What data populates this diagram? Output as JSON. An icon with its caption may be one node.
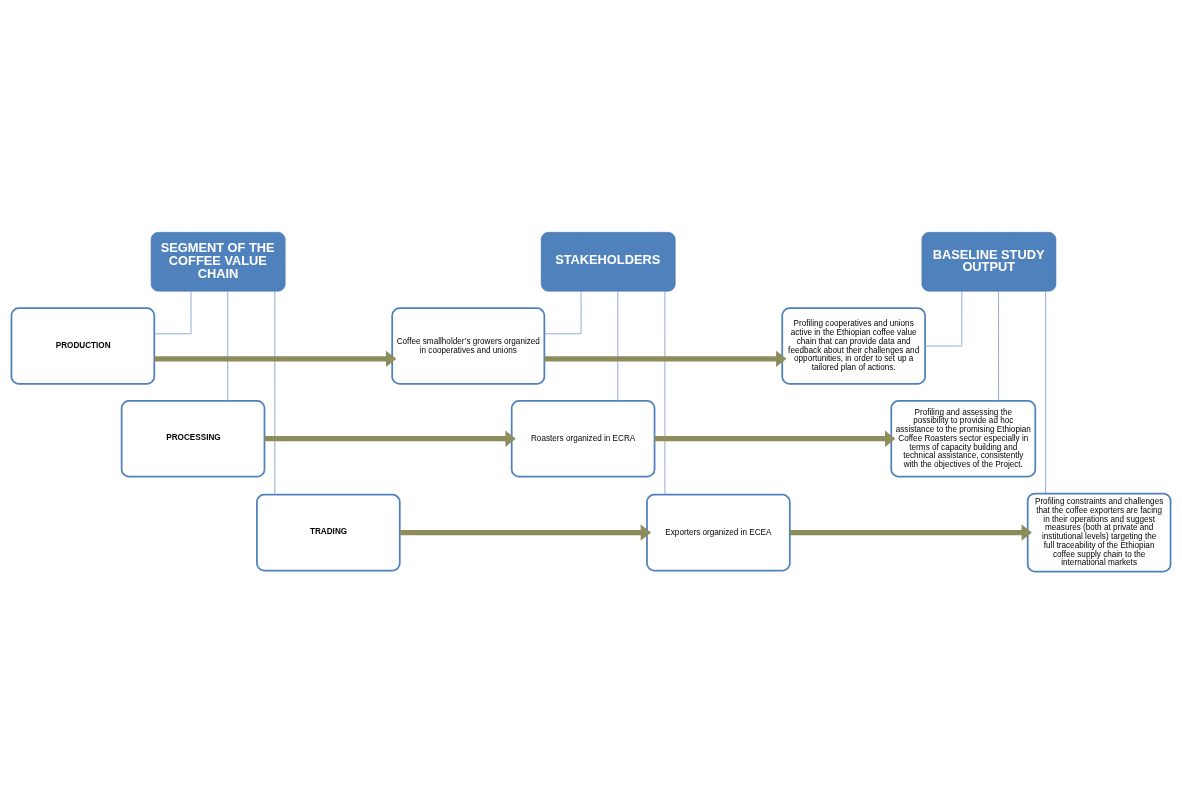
{
  "diagram": {
    "nodes": [
      {
        "text": [
          "SEGMENT OF THE COFFEE VALUE CHAIN"
        ]
      },
      {
        "text": [
          "STAKEHOLDERS"
        ]
      },
      {
        "text": [
          "BASELINE STUDY OUTPUT"
        ]
      },
      {
        "text": [
          "PRODUCTION"
        ]
      },
      {
        "text": [
          "Coffee smallholder’s growers organized in cooperatives and unions"
        ]
      },
      {
        "text": [
          "Profiling cooperatives and unions active in the Ethiopian coffee value chain that can provide data and feedback about their challenges and opportunities, in order to set up a tailored plan of actions."
        ]
      },
      {
        "text": [
          "PROCESSING"
        ]
      },
      {
        "text": [
          "Roasters organized in ECRA"
        ]
      },
      {
        "text": [
          "Profiling and assessing the possibility to provide ad hoc assistance to the promising Ethiopian Coffee Roasters sector especially in terms of capacity building and technical assistance, consistently with the objectives of the Project."
        ]
      },
      {
        "text": [
          "TRADING"
        ]
      },
      {
        "text": [
          "Exporters organized in ECEA"
        ]
      },
      {
        "text": [
          "Profiling constraints and challenges that the coffee exporters are facing in their operations and suggest measures (both at private and institutional levels) targeting the full traceability of the Ethiopian coffee supply chain to the international markets"
        ]
      }
    ],
    "edges": [
      {
        "from": 0,
        "to": 3,
        "arrow": "none"
      },
      {
        "from": 0,
        "to": 6,
        "arrow": "none"
      },
      {
        "from": 0,
        "to": 9,
        "arrow": "none"
      },
      {
        "from": 1,
        "to": 4,
        "arrow": "none"
      },
      {
        "from": 1,
        "to": 7,
        "arrow": "none"
      },
      {
        "from": 1,
        "to": 10,
        "arrow": "none"
      },
      {
        "from": 2,
        "to": 5,
        "arrow": "none"
      },
      {
        "from": 2,
        "to": 8,
        "arrow": "none"
      },
      {
        "from": 2,
        "to": 11,
        "arrow": "none"
      },
      {
        "from": 3,
        "to": 4,
        "arrow": "to",
        "style": "thick",
        "color": "#8c8c5c"
      },
      {
        "from": 4,
        "to": 5,
        "arrow": "to",
        "style": "thick",
        "color": "#8c8c5c"
      },
      {
        "from": 6,
        "to": 7,
        "arrow": "to",
        "style": "thick",
        "color": "#8c8c5c"
      },
      {
        "from": 7,
        "to": 8,
        "arrow": "to",
        "style": "thick",
        "color": "#8c8c5c"
      },
      {
        "from": 9,
        "to": 10,
        "arrow": "to",
        "style": "thick",
        "color": "#8c8c5c"
      },
      {
        "from": 10,
        "to": 11,
        "arrow": "to",
        "style": "thick",
        "color": "#8c8c5c"
      }
    ]
  }
}
